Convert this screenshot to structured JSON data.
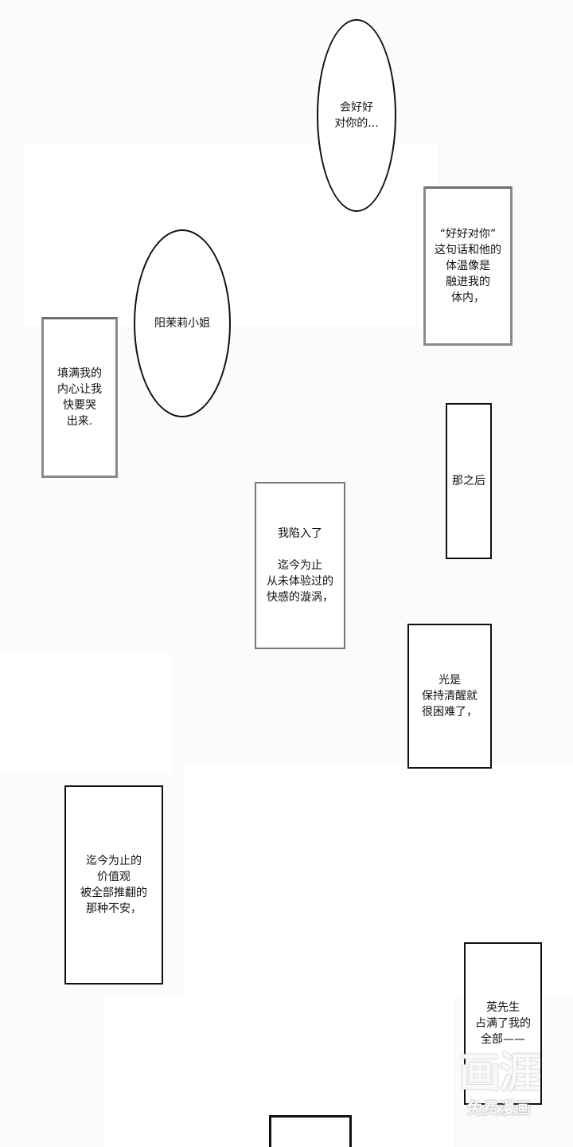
{
  "bubbles": [
    {
      "text": "会好好\n对你的..."
    },
    {
      "text": "阳茉莉小姐"
    }
  ],
  "boxes": [
    {
      "text": "“好好对你”\n这句话和他的\n体温像是\n融进我的\n体内，"
    },
    {
      "text": "填满我的\n内心让我\n快要哭\n出来."
    },
    {
      "text": "那之后"
    },
    {
      "text": "我陷入了\n\n迄今为止\n从未体验过的\n快感的漩涡，"
    },
    {
      "text": "光是\n保持清醒就\n很困难了，"
    },
    {
      "text": "迄今为止的\n价值观\n被全部推翻的\n那种不安，"
    },
    {
      "text": "英先生\n占满了我的\n全部——"
    }
  ],
  "watermark": {
    "logo": "画涯",
    "subtitle": "免费漫画"
  }
}
